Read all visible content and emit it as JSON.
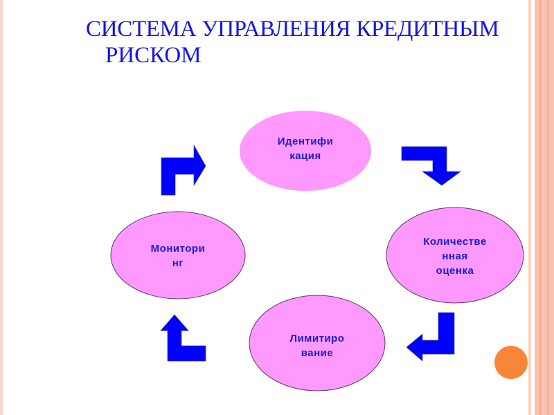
{
  "title": {
    "line1": "СИСТЕМА УПРАВЛЕНИЯ КРЕДИТНЫМ",
    "line2": "РИСКОМ"
  },
  "nodes": [
    {
      "line1": "Идентифи",
      "line2": "кация"
    },
    {
      "line1": "Количестве",
      "line2": "нная",
      "line3": "оценка"
    },
    {
      "line1": "Лимитиро",
      "line2": "вание"
    },
    {
      "line1": "Монитори",
      "line2": "нг"
    }
  ],
  "colors": {
    "title": "#1414e6",
    "ellipse_fill": "#ff99ff",
    "arrow": "#0000ff",
    "accent_dot": "#f98637",
    "border": "#f9c2ae"
  }
}
